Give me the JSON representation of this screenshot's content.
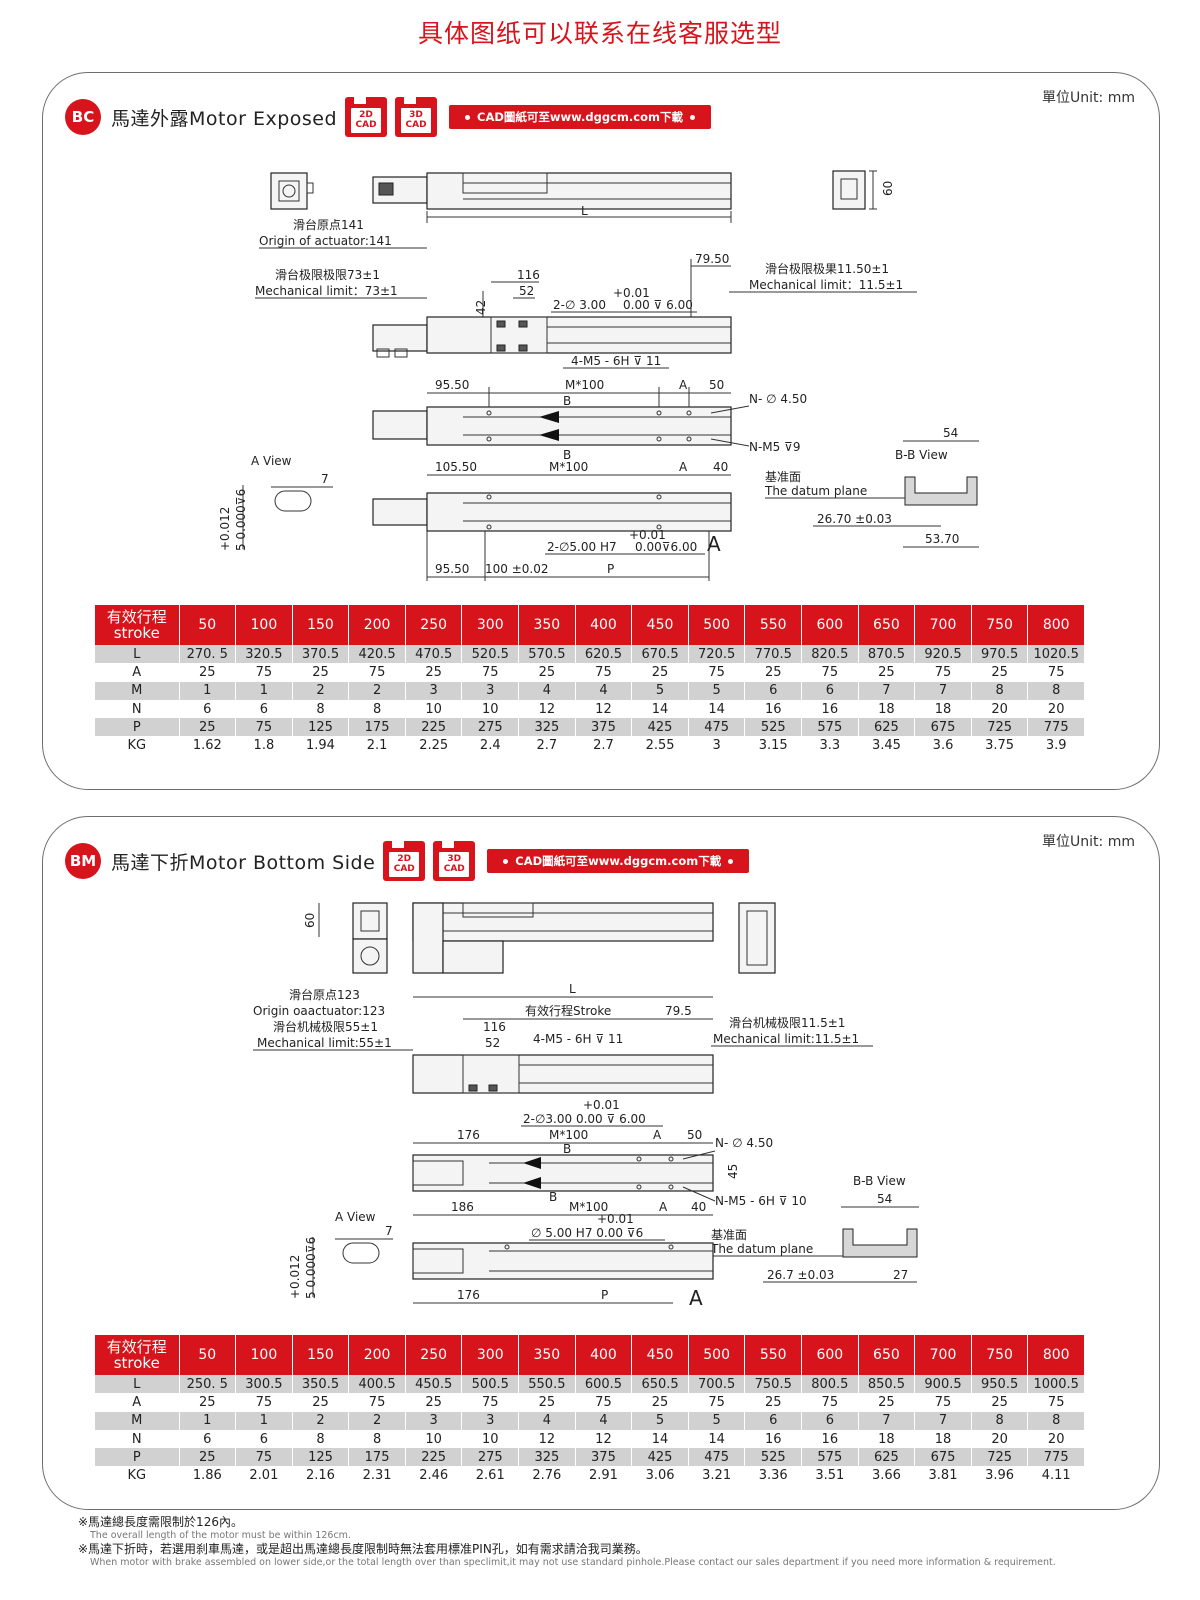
{
  "page_title": "具体图纸可以联系在线客服选型",
  "sections": [
    {
      "badge": "BC",
      "title": "馬達外露Motor Exposed",
      "unit": "單位Unit: mm",
      "cad_2d": "2D CAD",
      "cad_3d": "3D CAD",
      "cad_note": "CAD圖紙可至www.dggcm.com下載",
      "labels": {
        "origin_cn": "滑台原点141",
        "origin_en": "Origin of actuator:141",
        "limit_left_cn": "滑台极限极限73±1",
        "limit_left_en": "Mechanical limit：73±1",
        "limit_right_cn": "滑台极限极果11.50±1",
        "limit_right_en": "Mechanical limit：11.5±1",
        "dim_L": "L",
        "dim_7950": "79.50",
        "dim_116": "116",
        "dim_52": "52",
        "dim_42": "42",
        "hole_2d": "2-∅ 3.00",
        "hole_2d_tol": "+0.01",
        "hole_2d_depth": "0.00 ⊽ 6.00",
        "screw_4m5": "4-M5 - 6H ⊽ 11",
        "dim_9550": "95.50",
        "dim_m100_top": "M*100",
        "dim_A_top": "A",
        "dim_50": "50",
        "n_hole": "N- ∅ 4.50",
        "n_m5": "N-M5 ⊽9",
        "dim_10550": "105.50",
        "dim_m100_bot": "M*100",
        "dim_A_bot": "A",
        "dim_40": "40",
        "B_top": "B",
        "B_bot": "B",
        "a_view": "A View",
        "dim_7": "7",
        "tol_012": "+0.012",
        "tol_000": "5  0.000⊽6",
        "bb_view": "B-B View",
        "dim_54": "54",
        "datum_cn": "基准面",
        "datum_en": "The datum plane",
        "dim_2670": "26.70 ±0.03",
        "dim_5370": "53.70",
        "pin_hole": "2-∅5.00 H7",
        "pin_tol": "+0.01",
        "pin_depth": "0.00⊽6.00",
        "A_mark": "A",
        "dim_9550_b": "95.50",
        "dim_100": "100 ±0.02",
        "dim_P": "P",
        "dim_60": "60"
      },
      "table": {
        "header_cn": "有效行程",
        "header_en": "stroke",
        "strokes": [
          "50",
          "100",
          "150",
          "200",
          "250",
          "300",
          "350",
          "400",
          "450",
          "500",
          "550",
          "600",
          "650",
          "700",
          "750",
          "800"
        ],
        "rows": [
          {
            "label": "L",
            "values": [
              "270. 5",
              "320.5",
              "370.5",
              "420.5",
              "470.5",
              "520.5",
              "570.5",
              "620.5",
              "670.5",
              "720.5",
              "770.5",
              "820.5",
              "870.5",
              "920.5",
              "970.5",
              "1020.5"
            ]
          },
          {
            "label": "A",
            "values": [
              "25",
              "75",
              "25",
              "75",
              "25",
              "75",
              "25",
              "75",
              "25",
              "75",
              "25",
              "75",
              "25",
              "75",
              "25",
              "75"
            ]
          },
          {
            "label": "M",
            "values": [
              "1",
              "1",
              "2",
              "2",
              "3",
              "3",
              "4",
              "4",
              "5",
              "5",
              "6",
              "6",
              "7",
              "7",
              "8",
              "8"
            ]
          },
          {
            "label": "N",
            "values": [
              "6",
              "6",
              "8",
              "8",
              "10",
              "10",
              "12",
              "12",
              "14",
              "14",
              "16",
              "16",
              "18",
              "18",
              "20",
              "20"
            ]
          },
          {
            "label": "P",
            "values": [
              "25",
              "75",
              "125",
              "175",
              "225",
              "275",
              "325",
              "375",
              "425",
              "475",
              "525",
              "575",
              "625",
              "675",
              "725",
              "775"
            ]
          },
          {
            "label": "KG",
            "values": [
              "1.62",
              "1.8",
              "1.94",
              "2.1",
              "2.25",
              "2.4",
              "2.7",
              "2.7",
              "2.55",
              "3",
              "3.15",
              "3.3",
              "3.45",
              "3.6",
              "3.75",
              "3.9"
            ]
          }
        ]
      }
    },
    {
      "badge": "BM",
      "title": "馬達下折Motor Bottom Side",
      "unit": "單位Unit: mm",
      "cad_2d": "2D CAD",
      "cad_3d": "3D CAD",
      "cad_note": "CAD圖紙可至www.dggcm.com下載",
      "labels": {
        "dim_60": "60",
        "dim_L": "L",
        "origin_cn": "滑台原点123",
        "origin_en": "Origin oaactuator:123",
        "limit_left_cn": "滑台机械极限55±1",
        "limit_left_en": "Mechanical limit:55±1",
        "stroke_label": "有效行程Stroke",
        "dim_795": "79.5",
        "dim_116": "116",
        "dim_52": "52",
        "screw_4m5": "4-M5 - 6H ⊽ 11",
        "limit_right_cn": "滑台机械极限11.5±1",
        "limit_right_en": "Mechanical limit:11.5±1",
        "hole_2d_tol": "+0.01",
        "hole_2d": "2-∅3.00   0.00 ⊽ 6.00",
        "dim_176_top": "176",
        "dim_m100_top": "M*100",
        "dim_A_top": "A",
        "dim_50": "50",
        "n_hole": "N- ∅ 4.50",
        "dim_45": "45",
        "B_top": "B",
        "B_bot": "B",
        "n_m5": "N-M5 - 6H ⊽ 10",
        "dim_186": "186",
        "dim_m100_bot": "M*100",
        "dim_A_bot": "A",
        "dim_40": "40",
        "bb_view": "B-B View",
        "dim_54": "54",
        "a_view": "A View",
        "dim_7": "7",
        "pin_tol": "+0.01",
        "pin_hole": "∅ 5.00 H7   0.00 ⊽6",
        "datum_cn": "基准面",
        "datum_en": "The datum plane",
        "tol_012": "+0.012",
        "tol_000": "5  0.000⊽6",
        "dim_267": "26.7 ±0.03",
        "dim_27": "27",
        "dim_176_bot": "176",
        "dim_P": "P",
        "A_mark": "A"
      },
      "table": {
        "header_cn": "有效行程",
        "header_en": "stroke",
        "strokes": [
          "50",
          "100",
          "150",
          "200",
          "250",
          "300",
          "350",
          "400",
          "450",
          "500",
          "550",
          "600",
          "650",
          "700",
          "750",
          "800"
        ],
        "rows": [
          {
            "label": "L",
            "values": [
              "250. 5",
              "300.5",
              "350.5",
              "400.5",
              "450.5",
              "500.5",
              "550.5",
              "600.5",
              "650.5",
              "700.5",
              "750.5",
              "800.5",
              "850.5",
              "900.5",
              "950.5",
              "1000.5"
            ]
          },
          {
            "label": "A",
            "values": [
              "25",
              "75",
              "25",
              "75",
              "25",
              "75",
              "25",
              "75",
              "25",
              "75",
              "25",
              "75",
              "25",
              "75",
              "25",
              "75"
            ]
          },
          {
            "label": "M",
            "values": [
              "1",
              "1",
              "2",
              "2",
              "3",
              "3",
              "4",
              "4",
              "5",
              "5",
              "6",
              "6",
              "7",
              "7",
              "8",
              "8"
            ]
          },
          {
            "label": "N",
            "values": [
              "6",
              "6",
              "8",
              "8",
              "10",
              "10",
              "12",
              "12",
              "14",
              "14",
              "16",
              "16",
              "18",
              "18",
              "20",
              "20"
            ]
          },
          {
            "label": "P",
            "values": [
              "25",
              "75",
              "125",
              "175",
              "225",
              "275",
              "325",
              "375",
              "425",
              "475",
              "525",
              "575",
              "625",
              "675",
              "725",
              "775"
            ]
          },
          {
            "label": "KG",
            "values": [
              "1.86",
              "2.01",
              "2.16",
              "2.31",
              "2.46",
              "2.61",
              "2.76",
              "2.91",
              "3.06",
              "3.21",
              "3.36",
              "3.51",
              "3.66",
              "3.81",
              "3.96",
              "4.11"
            ]
          }
        ]
      }
    }
  ],
  "footnotes": [
    {
      "cn": "※馬達總長度需限制於126內。",
      "en": "The overall length of the motor must be within 126cm."
    },
    {
      "cn": "※馬達下折時，若選用刹車馬達，或是超出馬達總長度限制時無法套用標准PIN孔，如有需求請洽我司業務。",
      "en": "When motor with brake assembled on lower side,or the total length over than speclimit,it may not use standard pinhole.Please contact our sales department if you need more information & requirement."
    }
  ],
  "colors": {
    "brand_red": "#d7131b",
    "row_gray": "#d1d1d1"
  }
}
